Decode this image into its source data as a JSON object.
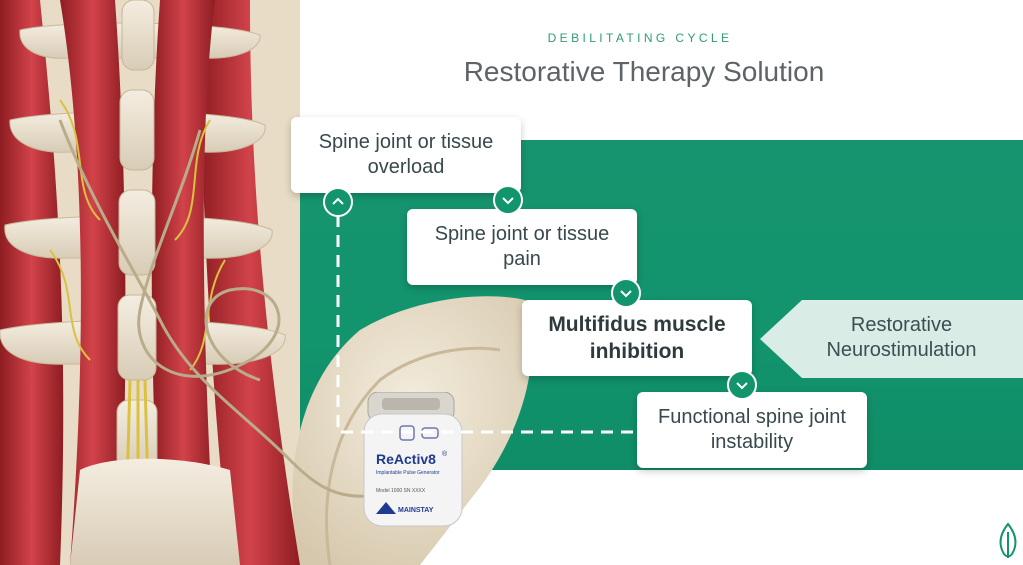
{
  "header": {
    "label": "DEBILITATING CYCLE",
    "title": "Restorative Therapy Solution"
  },
  "cycle": {
    "steps": [
      {
        "line1": "Spine joint or tissue",
        "line2": "overload"
      },
      {
        "line1": "Spine joint or tissue",
        "line2": "pain"
      },
      {
        "line1": "Multifidus muscle",
        "line2": "inhibition"
      },
      {
        "line1": "Functional spine joint",
        "line2": "instability"
      }
    ]
  },
  "intervention": {
    "line1": "Restorative",
    "line2": "Neurostimulation"
  },
  "device": {
    "brand": "ReActiv8",
    "registered": "®",
    "subtitle": "Implantable Pulse Generator",
    "model": "Model 1000  SN XXXX",
    "maker": "MAINSTAY"
  },
  "colors": {
    "accent": "#12946d",
    "title": "#5c6468",
    "label": "#2f9b78",
    "arrow_box": "#d9ece6"
  },
  "icons": {
    "step_arrows": [
      "chevron-up-icon",
      "chevron-down-icon",
      "chevron-down-icon",
      "chevron-down-icon"
    ],
    "logo": "leaf-logo-icon"
  }
}
